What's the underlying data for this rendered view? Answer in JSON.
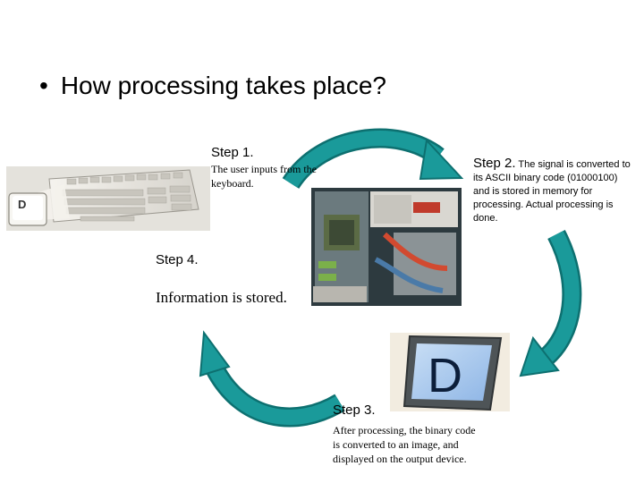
{
  "title": {
    "bullet": "•",
    "text": "How processing takes place?"
  },
  "steps": [
    {
      "id": "step-1",
      "heading": "Step 1.",
      "body": "The user inputs from the keyboard."
    },
    {
      "id": "step-2",
      "heading": "Step 2.",
      "body": "The signal is converted to its ASCII binary code (01000100) and is stored in memory for processing. Actual processing is done."
    },
    {
      "id": "step-3",
      "heading": "Step 3.",
      "body": "After processing, the binary code is converted to an image, and displayed on the output device."
    },
    {
      "id": "step-4",
      "heading": "Step 4.",
      "body": "Information is stored."
    }
  ],
  "images": {
    "key_letter": "D",
    "monitor_letter": "D"
  },
  "colors": {
    "arrow": "#1a9a9a",
    "arrow_dark": "#0d7070"
  }
}
